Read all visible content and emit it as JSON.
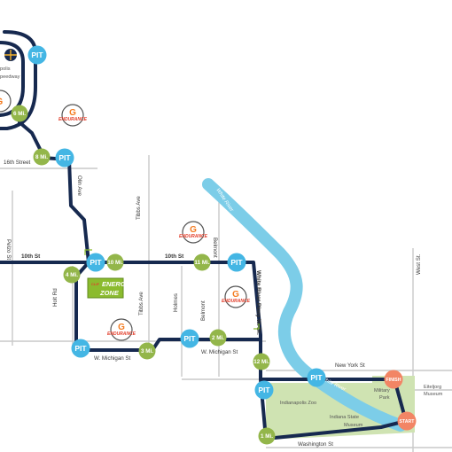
{
  "colors": {
    "route": "#16294f",
    "street": "#c9c9c9",
    "river": "#7ccde8",
    "park": "#cfe3b2",
    "pit": "#44b6e4",
    "mile": "#93b64a",
    "start_finish": "#f28565",
    "energy_zone": "#8bbb2e",
    "gatorade_orange": "#f47b20"
  },
  "streets": {
    "sixteenth": "16th Street",
    "olin": "Olin Ave",
    "tenth_left": "10th St",
    "tenth_mid": "10th St",
    "tibbs_upper": "Tibbs Ave",
    "tibbs_lower": "Tibbs Ave",
    "belmont_upper": "Belmont",
    "belmont_lower": "Belmont",
    "holmes": "Holmes",
    "holt": "Holt Rd",
    "michigan_left": "W. Michigan St",
    "michigan_right": "W. Michigan St",
    "white_river_pkwy": "White River Pkwy W. Dr.",
    "new_york": "New York St",
    "washington": "Washington St",
    "west": "West St.",
    "pelzo": "Pelzo St"
  },
  "pois": {
    "speedway_line1": "polis",
    "speedway_line2": "peedway",
    "zoo": "Indianapolis Zoo",
    "museum_line1": "Indiana State",
    "museum_line2": "Museum",
    "park_line1": "Military",
    "park_line2": "Park",
    "eiteljorg_line1": "Eiteljorg",
    "eiteljorg_line2": "Museum",
    "river_north": "White River",
    "river_south": "White River"
  },
  "markers": {
    "pit": "PIT",
    "m1": "1 Mi.",
    "m2": "2 Mi.",
    "m3": "3 Mi.",
    "m4": "4 Mi.",
    "m6": "6 Mi.",
    "m8": "8 Mi.",
    "m10": "10 Mi.",
    "m11": "11 Mi.",
    "m12": "12 Mi.",
    "start": "START",
    "finish": "FINISH"
  },
  "endurance_label": "ENDURANCE",
  "energy_zone": {
    "brand": "CLIF",
    "line1": "ENERGY",
    "line2": "ZONE"
  }
}
